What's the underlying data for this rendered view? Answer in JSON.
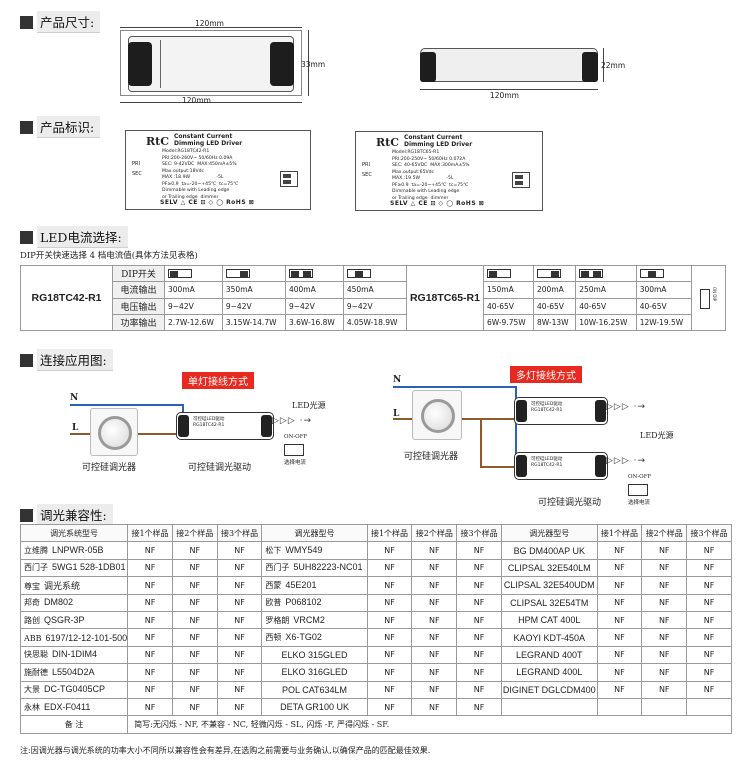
{
  "sections": {
    "size": "产品尺寸:",
    "label": "产品标识:",
    "led_current": "LED电流选择:",
    "connection": "连接应用图:",
    "compat": "调光兼容性:"
  },
  "size_drawings": {
    "top_width": "120mm",
    "top_height": "33mm",
    "top_bottom_width": "120mm",
    "side_width": "120mm",
    "side_height": "22mm"
  },
  "labels": [
    {
      "brand": "RtC",
      "title1": "Constant Current",
      "title2": "Dimming LED Driver",
      "spec": "Model:RG18TC42-R1\nPRI:200-260V~ 50/60Hz 0.09A\nSEC: 9-42VDC  MAX:450mA±5%\nMax.output:18Vdc\nMAX.:18.9W                  -5L\nPF≥0.9  ta=-20~+45℃  tc=75℃\nDimmable with Leading edge\nor Trailing edge  dimmer",
      "side": "PRI\nSEC",
      "certs": "SELV △ CE ⊡ ◇ ◯ RoHS ⊠"
    },
    {
      "brand": "RtC",
      "title1": "Constant Current",
      "title2": "Dimming LED Driver",
      "spec": "Model:RG18TC65-R1\nPRI:200-250V~ 50/60Hz 0.072A\nSEC: 40-65VDC  MAX:300mA±5%\nMax.output:65Vdc\nMAX.:19.5W                  -5L\nPF≥0.9  ta=-20~+45℃  tc=75℃\nDimmable with Leading edge\nor Trailing edge  dimmer",
      "side": "PRI\nSEC",
      "certs": "SELV △ CE ⊡ ◇ ◯ RoHS ⊠"
    }
  ],
  "dip": {
    "intro": "DIP开关快速选择 4 档电流值(具体方法见表格)",
    "row_labels": [
      "DIP开关",
      "电流输出",
      "电压输出",
      "功率输出"
    ],
    "left_model": "RG18TC42-R1",
    "left": [
      {
        "current": "300mA",
        "voltage": "9~42V",
        "power": "2.7W-12.6W"
      },
      {
        "current": "350mA",
        "voltage": "9~42V",
        "power": "3.15W-14.7W"
      },
      {
        "current": "400mA",
        "voltage": "9~42V",
        "power": "3.6W-16.8W"
      },
      {
        "current": "450mA",
        "voltage": "9~42V",
        "power": "4.05W-18.9W"
      }
    ],
    "right_model": "RG18TC65-R1",
    "right": [
      {
        "current": "150mA",
        "voltage": "40-65V",
        "power": "6W-9.75W"
      },
      {
        "current": "200mA",
        "voltage": "40-65V",
        "power": "8W-13W"
      },
      {
        "current": "250mA",
        "voltage": "40-65V",
        "power": "10W-16.25W"
      },
      {
        "current": "300mA",
        "voltage": "40-65V",
        "power": "12W-19.5W"
      }
    ],
    "on_label": "ON DIP"
  },
  "connection": {
    "single_title": "单灯接线方式",
    "multi_title": "多灯接线方式",
    "N": "N",
    "L": "L",
    "dimmer_label": "可控硅调光器",
    "driver_label": "可控硅调光驱动",
    "led_label": "LED光源",
    "on_off": "ON-OFF",
    "select_current": "选择电流",
    "driver_text": "可控硅LED驱动\nRG18TC42-R1"
  },
  "compat": {
    "headers": [
      "调光系统型号",
      "接1个样品",
      "接2个样品",
      "接3个样品",
      "调光器型号",
      "接1个样品",
      "接2个样品",
      "接3个样品",
      "调光器型号",
      "接1个样品",
      "接2个样品",
      "接3个样品"
    ],
    "rows": [
      [
        {
          "b": "立维腾",
          "m": "LNPWR-05B"
        },
        "NF",
        "NF",
        "NF",
        {
          "b": "松下",
          "m": "WMY549"
        },
        "NF",
        "NF",
        "NF",
        {
          "b": "",
          "m": "BG  DM400AP  UK"
        },
        "NF",
        "NF",
        "NF"
      ],
      [
        {
          "b": "西门子",
          "m": "5WG1 528-1DB01"
        },
        "NF",
        "NF",
        "NF",
        {
          "b": "西门子",
          "m": "5UH82223-NC01"
        },
        "NF",
        "NF",
        "NF",
        {
          "b": "",
          "m": "CLIPSAL 32E540LM"
        },
        "NF",
        "NF",
        "NF"
      ],
      [
        {
          "b": "尊宝",
          "m": "调光系统"
        },
        "NF",
        "NF",
        "NF",
        {
          "b": "西蒙",
          "m": "45E201"
        },
        "NF",
        "NF",
        "NF",
        {
          "b": "",
          "m": "CLIPSAL 32E540UDM"
        },
        "NF",
        "NF",
        "NF"
      ],
      [
        {
          "b": "邦奇",
          "m": "DM802"
        },
        "NF",
        "NF",
        "NF",
        {
          "b": "欧普",
          "m": "P068102"
        },
        "NF",
        "NF",
        "NF",
        {
          "b": "",
          "m": "CLIPSAL 32E54TM"
        },
        "NF",
        "NF",
        "NF"
      ],
      [
        {
          "b": "路创",
          "m": "QSGR-3P"
        },
        "NF",
        "NF",
        "NF",
        {
          "b": "罗格朗",
          "m": "VRCM2"
        },
        "NF",
        "NF",
        "NF",
        {
          "b": "",
          "m": "HPM CAT 400L"
        },
        "NF",
        "NF",
        "NF"
      ],
      [
        {
          "b": "ABB",
          "m": "6197/12-12-101-500"
        },
        "NF",
        "NF",
        "NF",
        {
          "b": "西顿",
          "m": "X6-TG02"
        },
        "NF",
        "NF",
        "NF",
        {
          "b": "",
          "m": "KAOYI KDT-450A"
        },
        "NF",
        "NF",
        "NF"
      ],
      [
        {
          "b": "快思聪",
          "m": "DIN-1DIM4"
        },
        "NF",
        "NF",
        "NF",
        {
          "b": "",
          "m": "ELKO  315GLED"
        },
        "NF",
        "NF",
        "NF",
        {
          "b": "",
          "m": "LEGRAND  400T"
        },
        "NF",
        "NF",
        "NF"
      ],
      [
        {
          "b": "施耐德",
          "m": "L5504D2A"
        },
        "NF",
        "NF",
        "NF",
        {
          "b": "",
          "m": "ELKO  316GLED"
        },
        "NF",
        "NF",
        "NF",
        {
          "b": "",
          "m": "LEGRAND  400L"
        },
        "NF",
        "NF",
        "NF"
      ],
      [
        {
          "b": "大景",
          "m": "DC-TG0405CP"
        },
        "NF",
        "NF",
        "NF",
        {
          "b": "",
          "m": "POL  CAT634LM"
        },
        "NF",
        "NF",
        "NF",
        {
          "b": "",
          "m": "DIGINET DGLCDM400"
        },
        "NF",
        "NF",
        "NF"
      ],
      [
        {
          "b": "永林",
          "m": "EDX-F0411"
        },
        "NF",
        "NF",
        "NF",
        {
          "b": "",
          "m": "DETA  GR100  UK"
        },
        "NF",
        "NF",
        "NF",
        {
          "b": "",
          "m": ""
        },
        "",
        "",
        ""
      ]
    ],
    "note_label": "备    注",
    "note_text": "简写:无闪烁 - NF,  不兼容 - NC,  轻微闪烁 -  SL,  闪烁 -F,  严得闪烁 - SF."
  },
  "footnote": "注:因调光器与调光系统的功率大小不同所以兼容性会有差异,在选购之前需要与业务确认,以确保产品的匹配最佳效果.",
  "colors": {
    "red": "#e62a1f",
    "blue": "#2b62b8",
    "brown": "#8d5a2b"
  }
}
